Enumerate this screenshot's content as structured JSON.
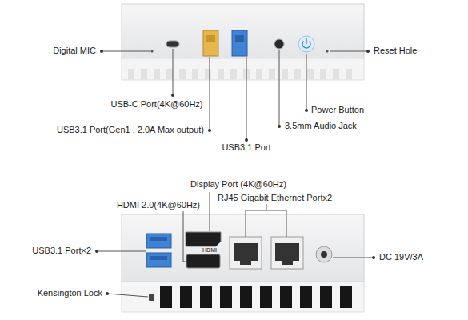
{
  "diagram": {
    "labels": [
      "Digital MIC",
      "Reset Hole",
      "USB-C Port(4K@60Hz)",
      "Power Button",
      "USB3.1 Port(Gen1 , 2.0A Max output)",
      "3.5mm Audio Jack",
      "USB3.1 Port",
      "Display Port (4K@60Hz)",
      "RJ45 Gigabit Ethernet Portx2",
      "HDMI 2.0(4K@60Hz)",
      "HDMI",
      "USB3.1 Port×2",
      "DC 19V/3A",
      "Kensington Lock"
    ]
  }
}
